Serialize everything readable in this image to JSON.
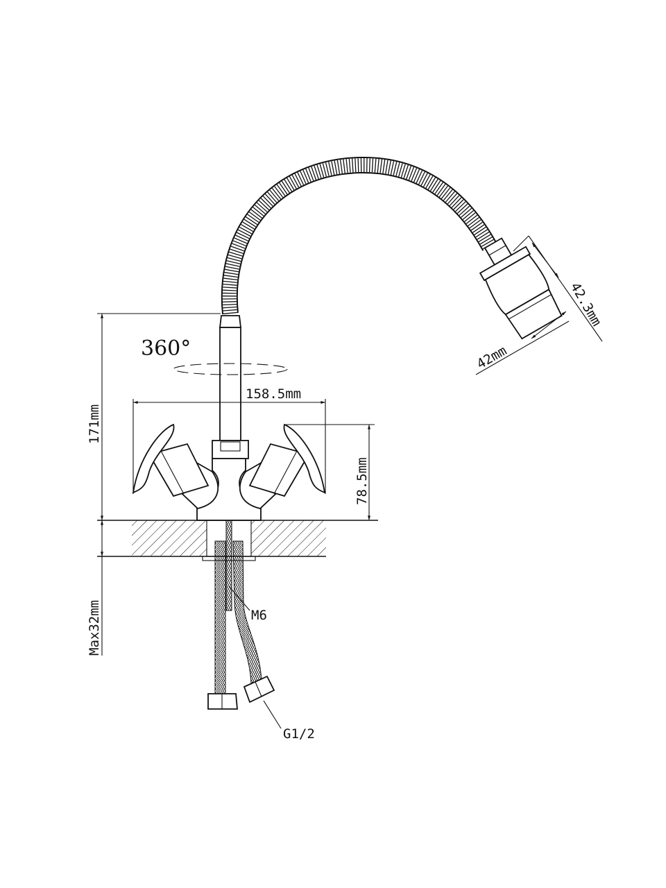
{
  "drawing": {
    "title": "Faucet with flexible spout - dimension drawing",
    "labels": {
      "rotation": "360°",
      "width": "158.5mm",
      "height": "171mm",
      "handle_height": "78.5mm",
      "counter_max": "Max32mm",
      "stud": "M6",
      "connection": "G1/2",
      "head_diameter": "42mm",
      "head_length": "42.3mm"
    },
    "colors": {
      "line": "#111111",
      "background": "#ffffff"
    }
  }
}
